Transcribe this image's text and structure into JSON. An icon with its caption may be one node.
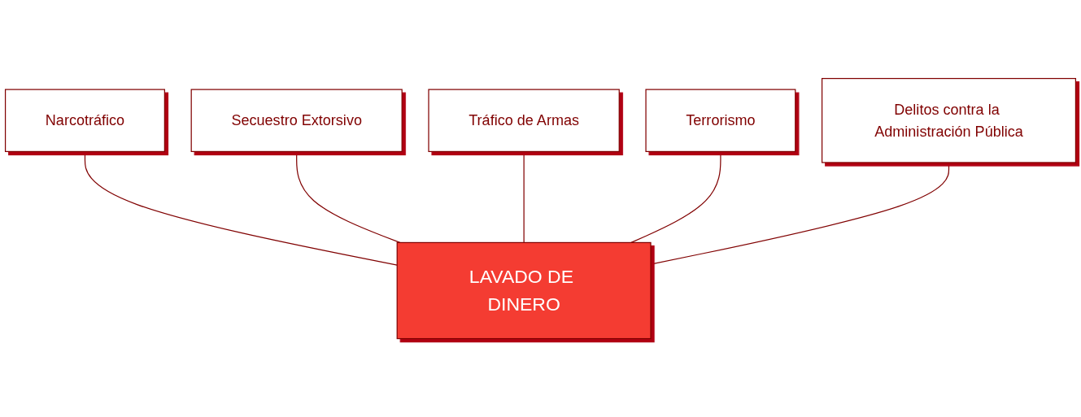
{
  "diagram": {
    "nodes": [
      {
        "text": [
          "Narcotráfico"
        ]
      },
      {
        "text": [
          "Secuestro Extorsivo"
        ]
      },
      {
        "text": [
          "Tráfico de Armas"
        ]
      },
      {
        "text": [
          "Terrorismo"
        ]
      },
      {
        "text": [
          "Delitos contra la Administración Pública"
        ]
      },
      {
        "text": [
          "LAVADO DE DINERO"
        ]
      }
    ],
    "edges": [
      {
        "from": 0,
        "to": 5,
        "arrow": "none"
      },
      {
        "from": 1,
        "to": 5,
        "arrow": "none"
      },
      {
        "from": 2,
        "to": 5,
        "arrow": "none"
      },
      {
        "from": 3,
        "to": 5,
        "arrow": "none"
      },
      {
        "from": 4,
        "to": 5,
        "arrow": "none"
      }
    ]
  }
}
